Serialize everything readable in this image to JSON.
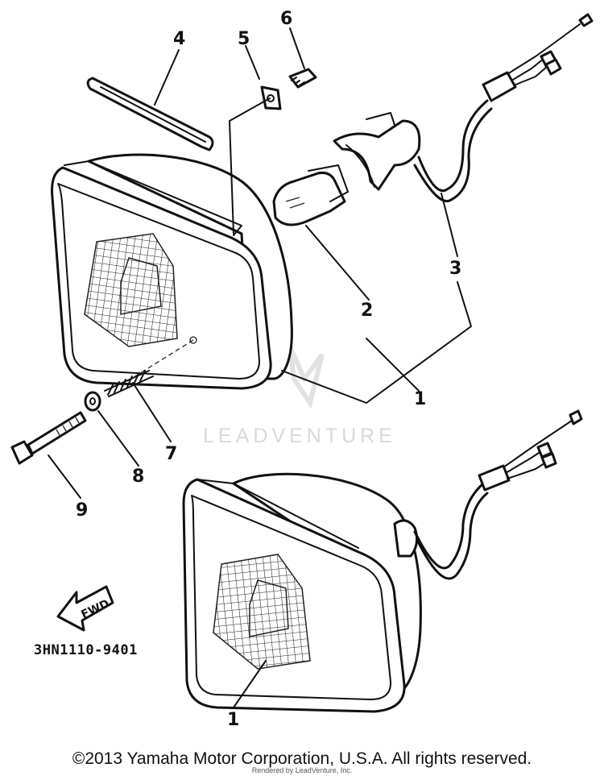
{
  "diagram": {
    "part_code": "3HN1110-9401",
    "fwd_label": "FWD",
    "watermark": "LEADVENTURE",
    "callouts": {
      "c1_upper": "1",
      "c1_lower": "1",
      "c2": "2",
      "c3": "3",
      "c4": "4",
      "c5": "5",
      "c6": "6",
      "c7": "7",
      "c8": "8",
      "c9": "9"
    }
  },
  "footer": {
    "copyright": "©2013 Yamaha Motor Corporation, U.S.A. All rights reserved.",
    "rendered_by": "Rendered by LeadVenture, Inc."
  }
}
